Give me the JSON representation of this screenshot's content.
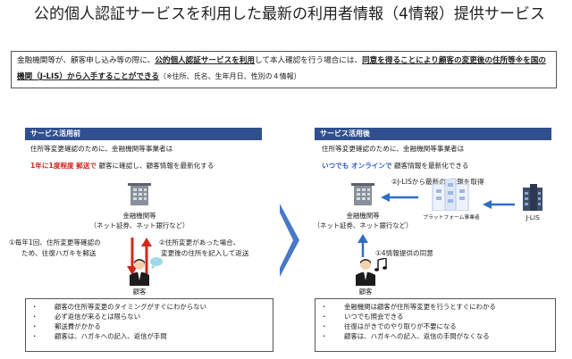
{
  "title": "公的個人認証サービスを利用した最新の利用者情報（4情報）提供サービス",
  "intro": {
    "part1": "金融機関等が、顧客申し込み等の際に、",
    "part2_underlined": "公的個人認証サービスを利用",
    "part3": "して本人確認を行う場合には、",
    "part4_underlined": "同意を得ることにより顧客の変更後の住所等※を国の機関（J-LIS）から入手することができる",
    "part5_note": "（※住所、氏名、生年月日、性別の４情報）"
  },
  "before": {
    "header": "サービス活用前",
    "line1": "住所等変更確認のために、金融機関等事業者は",
    "line2_red": "1年に1度程度 郵送で",
    "line2_rest": "顧客に確認し、顧客情報を最新化する",
    "bank_label": "金融機関等",
    "bank_sub": "（ネット証券、ネット銀行など）",
    "left_note1": "①毎年1回、住所変更等確認の",
    "left_note2": "ため、往復ハガキを郵送",
    "right_note1": "②住所変更があった場合、",
    "right_note2": "変更後の住所を記入して返送",
    "customer_label": "顧客",
    "bullets": [
      "顧客の住所等変更のタイミングがすぐにわからない",
      "必ず返信が来るとは限らない",
      "郵送費がかかる",
      "顧客は、ハガキへの記入、返信が手間"
    ]
  },
  "after": {
    "header": "サービス活用後",
    "line1": "住所等変更確認のために、金融機関等事業者は",
    "line2_blue": "いつでも オンラインで",
    "line2_rest": "顧客情報を最新化できる",
    "flow_label": "②J-LISから最新の4情報を取得",
    "bank_label": "金融機関等",
    "bank_sub": "（ネット証券、ネット銀行など）",
    "platform_label": "プラットフォーム事業者",
    "jlis_label": "J-LIS",
    "consent_label": "①4情報提供の同意",
    "customer_label": "顧客",
    "bullets": [
      "金融機関は顧客が住所等変更を行うとすぐにわかる",
      "いつでも照会できる",
      "往復はがきでのやり取りが不要になる",
      "顧客は、ハガキへの記入、返信の手間がなくなる"
    ]
  },
  "bullet_mark": "・",
  "colors": {
    "header_bg": "#2f4f8f",
    "red": "#d0281f",
    "blue": "#2a5bc2",
    "arrow_blue": "#2e6fc4",
    "big_arrow": "#4a78c8"
  }
}
